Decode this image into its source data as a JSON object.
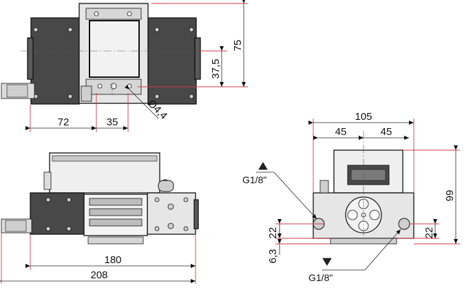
{
  "dimensions": {
    "top_width_left": "72",
    "top_width_right": "35",
    "top_height_75": "75",
    "top_height_37_5": "37,5",
    "top_hole_dia": "Ø4,4",
    "front_width_180": "180",
    "front_width_208": "208",
    "side_width_105": "105",
    "side_half_left": "45",
    "side_half_right": "45",
    "side_height_99": "99",
    "side_height_22_left": "22",
    "side_height_22_right": "22",
    "side_offset_6_3": "6,3"
  },
  "ports": {
    "inlet_label": "G1/8\"",
    "outlet_label": "G1/8\""
  },
  "colors": {
    "dimension_line": "#d23a4a",
    "body_dark": "#444444",
    "body_light": "#e6e6e6",
    "outline": "#111111"
  },
  "icons": {
    "inlet_symbol": "triangle-up-icon",
    "outlet_symbol": "triangle-down-icon"
  }
}
